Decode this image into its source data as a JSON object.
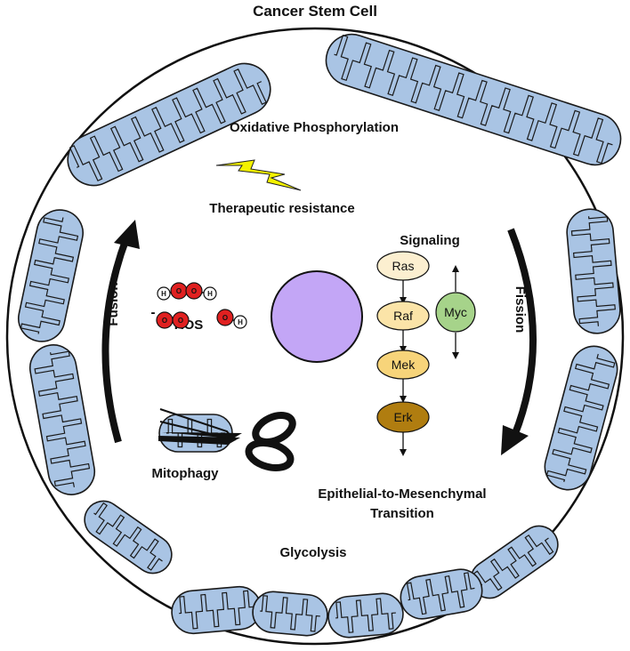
{
  "title": "Cancer Stem Cell",
  "labels": {
    "oxphos": "Oxidative Phosphorylation",
    "therapeutic": "Therapeutic resistance",
    "signaling": "Signaling",
    "fusion": "Fusion",
    "fission": "Fission",
    "ros": "ROS",
    "mitophagy": "Mitophagy",
    "emt_line1": "Epithelial-to-Mesenchymal",
    "emt_line2": "Transition",
    "glycolysis": "Glycolysis"
  },
  "pathway": {
    "nodes": [
      "Ras",
      "Raf",
      "Mek",
      "Erk"
    ],
    "side_node": "Myc"
  },
  "ros_atoms": {
    "h": "H",
    "o": "O",
    "charge": "-"
  },
  "colors": {
    "mito_fill": "#a9c4e4",
    "mito_stroke": "#1a1a1a",
    "nucleus": "#c3a6f6",
    "ras": "#fcefd0",
    "raf": "#fbe4a8",
    "mek": "#f7d47a",
    "erk": "#b07d10",
    "myc": "#a6d38a",
    "oxygen": "#e02020",
    "lightning": "#f4f200"
  }
}
